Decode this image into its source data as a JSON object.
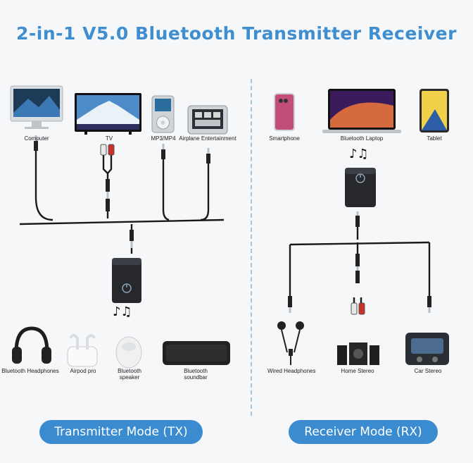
{
  "title": "2-in-1 V5.0 Bluetooth Transmitter Receiver",
  "tx": {
    "sources": [
      "Computer",
      "TV",
      "MP3/MP4",
      "Airplane Entertainment"
    ],
    "outputs": [
      "Bluetooth Headphones",
      "Airpod pro",
      "Bluetooth\nspeaker",
      "Bluetooth\nsoundbar"
    ],
    "mode_label": "Transmitter Mode (TX)"
  },
  "rx": {
    "sources": [
      "Smartphone",
      "Bluetooth Laptop",
      "Tablet"
    ],
    "outputs": [
      "Wired Headphones",
      "Home Stereo",
      "Car Stereo"
    ],
    "mode_label": "Receiver Mode (RX)"
  },
  "music_notes": "♪♫",
  "colors": {
    "accent": "#3a8bd0",
    "title": "#3f8ed0",
    "cable": "#1a1a1a",
    "divider": "#9fc6e4"
  }
}
